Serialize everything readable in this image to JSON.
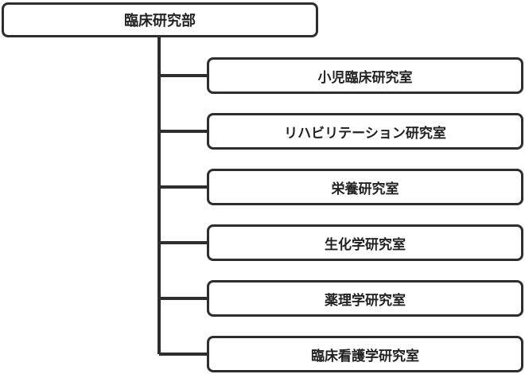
{
  "org_chart": {
    "root": {
      "label": "臨床研究部"
    },
    "children": [
      {
        "label": "小児臨床研究室"
      },
      {
        "label": "リハビリテーション研究室"
      },
      {
        "label": "栄養研究室"
      },
      {
        "label": "生化学研究室"
      },
      {
        "label": "薬理学研究室"
      },
      {
        "label": "臨床看護学研究室"
      }
    ]
  },
  "colors": {
    "line": "#2e2e2e",
    "text": "#222222",
    "background": "#ffffff"
  }
}
